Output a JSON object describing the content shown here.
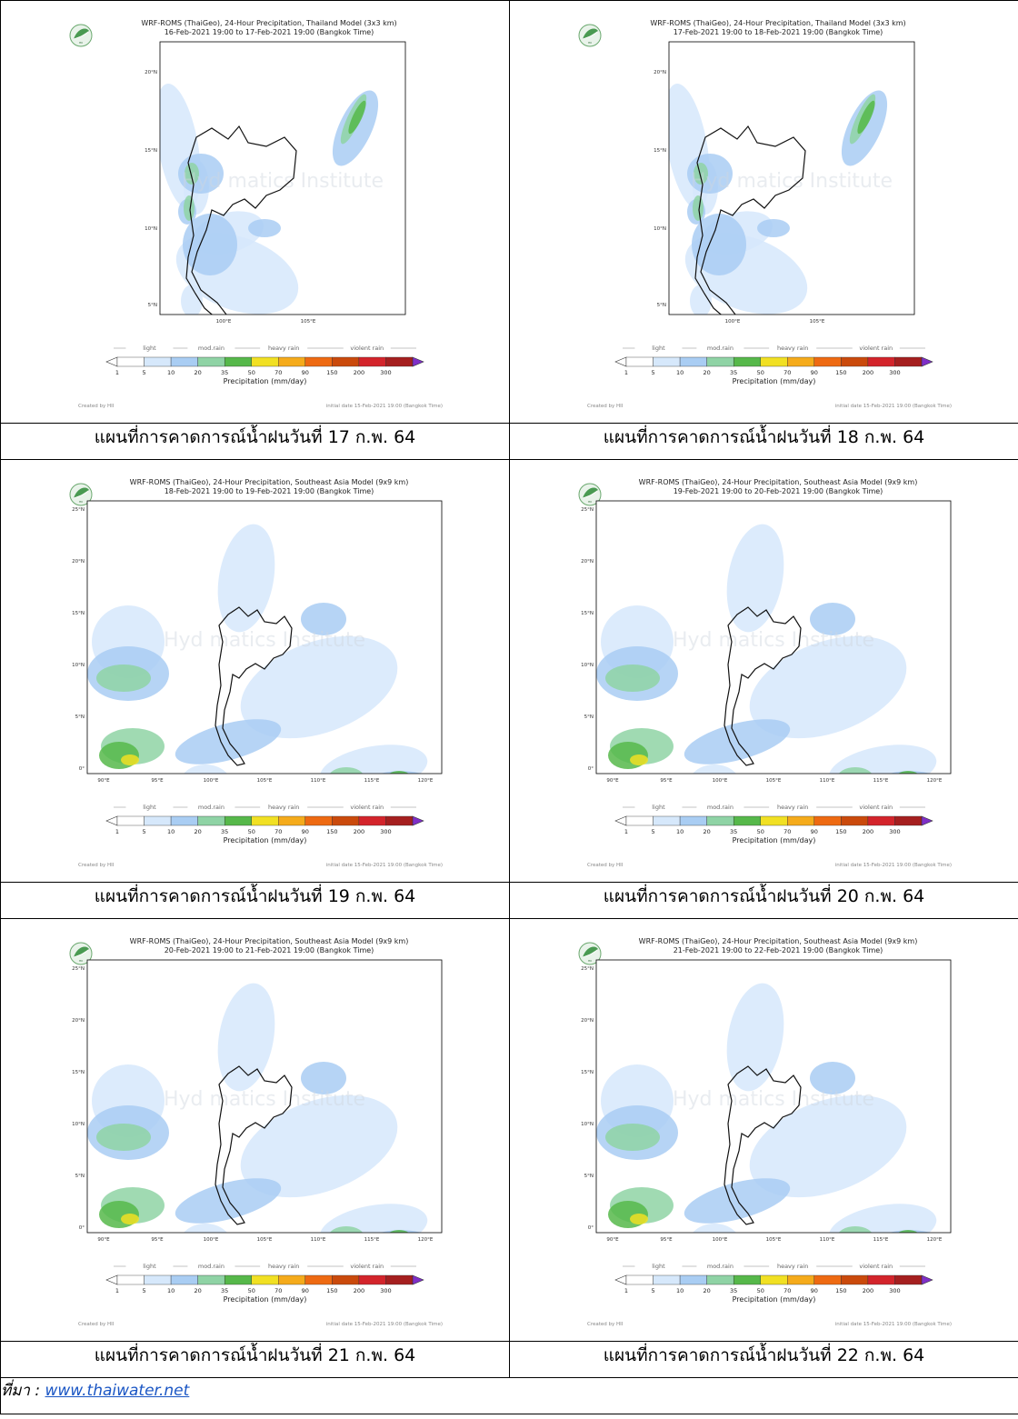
{
  "colors": {
    "rain_scale": [
      "#ffffff",
      "#d6e8fb",
      "#a9cdf3",
      "#8fd3a5",
      "#56b84a",
      "#f1e023",
      "#f5ab1b",
      "#ee6a12",
      "#ca4a0c",
      "#d3242b",
      "#a51f1f",
      "#6e1414"
    ],
    "overflow": "#7f2fc8",
    "map_outline": "#111111",
    "link": "#1a56c4"
  },
  "icons": {
    "logo": "hii-leaf-logo-icon"
  },
  "colorbar": {
    "categories": [
      "light",
      "mod.rain",
      "heavy rain",
      "violent rain"
    ],
    "ticks": [
      "1",
      "5",
      "10",
      "20",
      "35",
      "50",
      "70",
      "90",
      "150",
      "200",
      "300"
    ],
    "label": "Precipitation (mm/day)"
  },
  "footer": {
    "created": "Created by HII",
    "initial": "initial date 15-Feb-2021 19:00 (Bangkok Time)"
  },
  "watermark_parts": [
    "Hyd",
    "matics Institute"
  ],
  "panels": [
    {
      "title_line1": "WRF-ROMS (ThaiGeo), 24-Hour Precipitation, Thailand Model (3x3 km)",
      "title_line2": "16-Feb-2021 19:00 to 17-Feb-2021 19:00 (Bangkok Time)",
      "map_type": "thailand",
      "lat_ticks": [
        "20°N",
        "15°N",
        "10°N",
        "5°N"
      ],
      "lon_ticks": [
        "100°E",
        "105°E"
      ],
      "caption": "แผนที่การคาดการณ์น้ำฝนวันที่ 17 ก.พ. 64"
    },
    {
      "title_line1": "WRF-ROMS (ThaiGeo), 24-Hour Precipitation, Thailand Model (3x3 km)",
      "title_line2": "17-Feb-2021 19:00 to 18-Feb-2021 19:00 (Bangkok Time)",
      "map_type": "thailand",
      "lat_ticks": [
        "20°N",
        "15°N",
        "10°N",
        "5°N"
      ],
      "lon_ticks": [
        "100°E",
        "105°E"
      ],
      "caption": "แผนที่การคาดการณ์น้ำฝนวันที่ 18 ก.พ. 64"
    },
    {
      "title_line1": "WRF-ROMS (ThaiGeo), 24-Hour Precipitation, Southeast Asia Model (9x9 km)",
      "title_line2": "18-Feb-2021 19:00 to 19-Feb-2021 19:00 (Bangkok Time)",
      "map_type": "sea",
      "lat_ticks": [
        "25°N",
        "20°N",
        "15°N",
        "10°N",
        "5°N",
        "0°"
      ],
      "lon_ticks": [
        "90°E",
        "95°E",
        "100°E",
        "105°E",
        "110°E",
        "115°E",
        "120°E"
      ],
      "caption": "แผนที่การคาดการณ์น้ำฝนวันที่ 19 ก.พ. 64"
    },
    {
      "title_line1": "WRF-ROMS (ThaiGeo), 24-Hour Precipitation, Southeast Asia Model (9x9 km)",
      "title_line2": "19-Feb-2021 19:00 to 20-Feb-2021 19:00 (Bangkok Time)",
      "map_type": "sea",
      "lat_ticks": [
        "25°N",
        "20°N",
        "15°N",
        "10°N",
        "5°N",
        "0°"
      ],
      "lon_ticks": [
        "90°E",
        "95°E",
        "100°E",
        "105°E",
        "110°E",
        "115°E",
        "120°E"
      ],
      "caption": "แผนที่การคาดการณ์น้ำฝนวันที่ 20 ก.พ. 64"
    },
    {
      "title_line1": "WRF-ROMS (ThaiGeo), 24-Hour Precipitation, Southeast Asia Model (9x9 km)",
      "title_line2": "20-Feb-2021 19:00 to 21-Feb-2021 19:00 (Bangkok Time)",
      "map_type": "sea",
      "lat_ticks": [
        "25°N",
        "20°N",
        "15°N",
        "10°N",
        "5°N",
        "0°"
      ],
      "lon_ticks": [
        "90°E",
        "95°E",
        "100°E",
        "105°E",
        "110°E",
        "115°E",
        "120°E"
      ],
      "caption": "แผนที่การคาดการณ์น้ำฝนวันที่ 21 ก.พ. 64"
    },
    {
      "title_line1": "WRF-ROMS (ThaiGeo), 24-Hour Precipitation, Southeast Asia Model (9x9 km)",
      "title_line2": "21-Feb-2021 19:00 to 22-Feb-2021 19:00 (Bangkok Time)",
      "map_type": "sea",
      "lat_ticks": [
        "25°N",
        "20°N",
        "15°N",
        "10°N",
        "5°N",
        "0°"
      ],
      "lon_ticks": [
        "90°E",
        "95°E",
        "100°E",
        "105°E",
        "110°E",
        "115°E",
        "120°E"
      ],
      "caption": "แผนที่การคาดการณ์น้ำฝนวันที่ 22 ก.พ. 64"
    }
  ],
  "source": {
    "prefix": "ที่มา : ",
    "link": "www.thaiwater.net"
  }
}
